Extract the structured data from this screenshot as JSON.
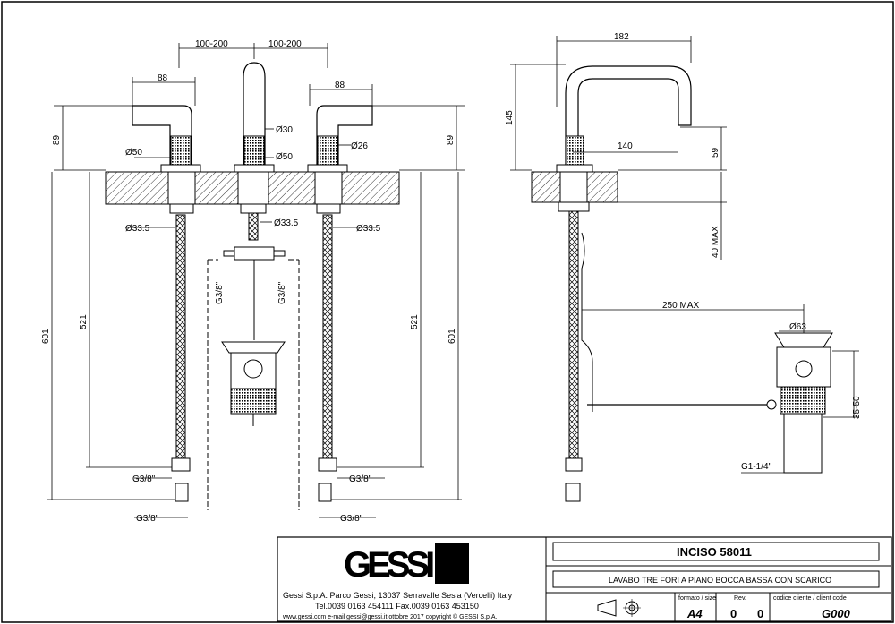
{
  "front_view": {
    "dims": {
      "spacing_left": "100-200",
      "spacing_right": "100-200",
      "handle_width_left": "88",
      "handle_width_right": "88",
      "handle_height_left": "89",
      "handle_height_right": "89",
      "rosette_left": "Ø50",
      "spout_top": "Ø30",
      "spout_rosette": "Ø50",
      "handle_knurl": "Ø26",
      "nut_left": "Ø33.5",
      "nut_center": "Ø33.5",
      "nut_right": "Ø33.5",
      "hose_len_left": "521",
      "hose_len_right": "521",
      "total_left": "601",
      "total_right": "601",
      "conn_mix_left": "G3/8\"",
      "conn_mix_right": "G3/8\"",
      "conn_hose_left": "G3/8\"",
      "conn_hose_right": "G3/8\"",
      "conn_bottom_left": "G3/8\"",
      "conn_bottom_right": "G3/8\""
    }
  },
  "side_view": {
    "dims": {
      "spout_reach": "182",
      "height": "145",
      "outlet_reach": "140",
      "outlet_height": "59",
      "deck_max": "40 MAX",
      "rod_max": "250 MAX",
      "waste_dia": "Ø63",
      "waste_height": "35-50",
      "waste_thread": "G1-1/4\""
    }
  },
  "title_block": {
    "logo": "GESSI",
    "company_line": "Gessi S.p.A. Parco Gessi, 13037 Serravalle Sesia (Vercelli) Italy",
    "contact_line": "Tel.0039 0163 454111  Fax.0039 0163 453150",
    "web_line": "www.gessi.com   e-mail gessi@gessi.it   ottobre 2017   copyright © GESSI S.p.A.",
    "product_code": "INCISO 58011",
    "description": "LAVABO TRE FORI A PIANO BOCCA BASSA CON SCARICO",
    "format_label": "formato / size",
    "format_value": "A4",
    "rev_label": "Rev.",
    "rev_value_1": "0",
    "rev_value_2": "0",
    "client_label": "codice cliente / client code",
    "client_value": "G000"
  }
}
